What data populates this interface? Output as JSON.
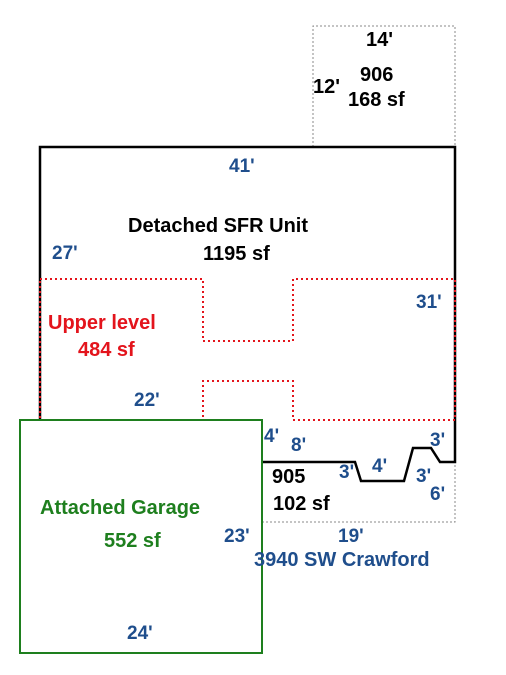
{
  "colors": {
    "dimension": "#1f4e8c",
    "main_outline": "#000000",
    "upper_level": "#e3141c",
    "garage": "#1e7f1e",
    "dotted": "#888888"
  },
  "addon_906": {
    "width": "14'",
    "depth": "12'",
    "id": "906",
    "area": "168 sf"
  },
  "main_unit": {
    "name": "Detached SFR Unit",
    "area": "1195 sf",
    "top_dim": "41'",
    "left_dim": "27'",
    "right_dim": "31'"
  },
  "upper_level": {
    "name": "Upper level",
    "area": "484 sf",
    "bottom_dim": "22'"
  },
  "notch": {
    "dim_4a": "4'",
    "dim_8": "8'",
    "dim_3a": "3'",
    "dim_4b": "4'",
    "dim_3b": "3'",
    "dim_3c": "3'",
    "dim_6": "6'"
  },
  "addon_905": {
    "id": "905",
    "area": "102 sf",
    "bottom_dim": "19'"
  },
  "garage": {
    "name": "Attached Garage",
    "area": "552 sf",
    "right_dim": "23'",
    "bottom_dim": "24'"
  },
  "address": "3940 SW Crawford"
}
